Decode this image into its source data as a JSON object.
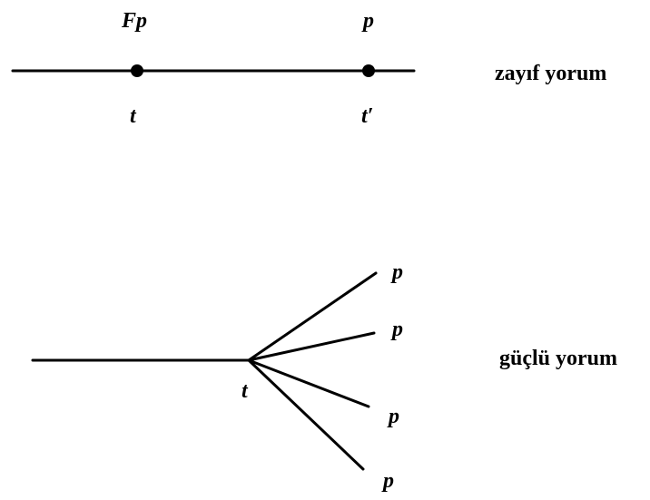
{
  "weak": {
    "caption": "zayıf yorum",
    "top_left_label": "Fp",
    "top_right_label": "p",
    "bottom_left_label": "t",
    "bottom_right_label": "t′"
  },
  "strong": {
    "caption": "güçlü yorum",
    "branch_point_label": "t",
    "branch_labels": [
      "p",
      "p",
      "p",
      "p"
    ]
  },
  "colors": {
    "ink": "#000000",
    "background": "#ffffff"
  }
}
